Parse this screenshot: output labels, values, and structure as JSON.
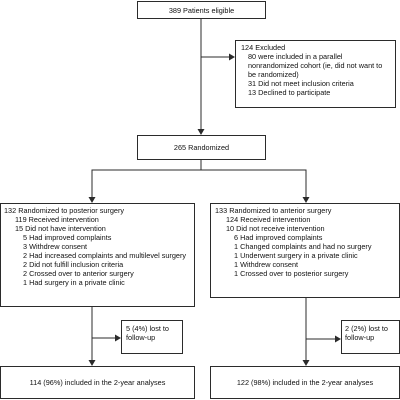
{
  "eligible": "389 Patients eligible",
  "excluded": {
    "title": "124 Excluded",
    "items": [
      "80 were included in a parallel nonrandomized cohort (ie, did not want to be randomized)",
      "31 Did not meet inclusion criteria",
      "13 Declined to participate"
    ]
  },
  "randomized": "265 Randomized",
  "posterior": {
    "title": "132 Randomized to posterior surgery",
    "received": "119 Received intervention",
    "not_received": "15 Did not have intervention",
    "reasons": [
      "5 Had improved complaints",
      "3 Withdrew consent",
      "2 Had increased complaints and multilevel surgery",
      "2 Did not fulfill inclusion criteria",
      "2 Crossed over to anterior surgery",
      "1 Had surgery in a private clinic"
    ],
    "lost": "5 (4%) lost to follow-up",
    "analyzed": "114 (96%) included in the 2-year analyses"
  },
  "anterior": {
    "title": "133 Randomized to anterior surgery",
    "received": "124 Received intervention",
    "not_received": "10 Did not receive intervention",
    "reasons": [
      "6 Had improved complaints",
      "1 Changed complaints and had no surgery",
      "1 Underwent surgery in a private clinic",
      "1 Withdrew consent",
      "1 Crossed over to posterior surgery"
    ],
    "lost": "2 (2%) lost to follow-up",
    "analyzed": "122 (98%) included in the 2-year analyses"
  }
}
